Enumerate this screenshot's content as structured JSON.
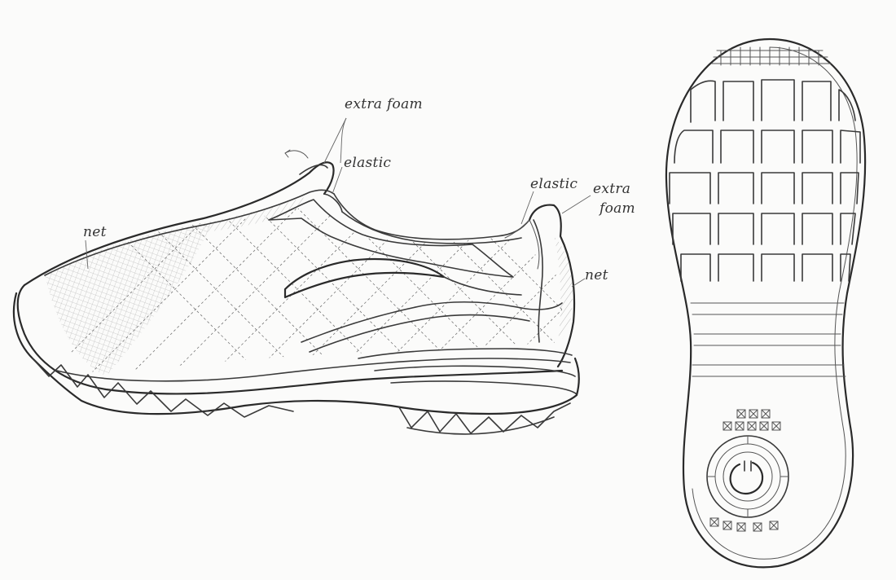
{
  "labels": {
    "extra_foam_top": "extra foam",
    "elastic_top": "elastic",
    "net_left": "net",
    "elastic_right": "elastic",
    "extra_right_1": "extra",
    "extra_right_2": "foam",
    "net_right": "net"
  },
  "colors": {
    "ink": "#3a3a3a",
    "paper": "#fbfbfa"
  }
}
